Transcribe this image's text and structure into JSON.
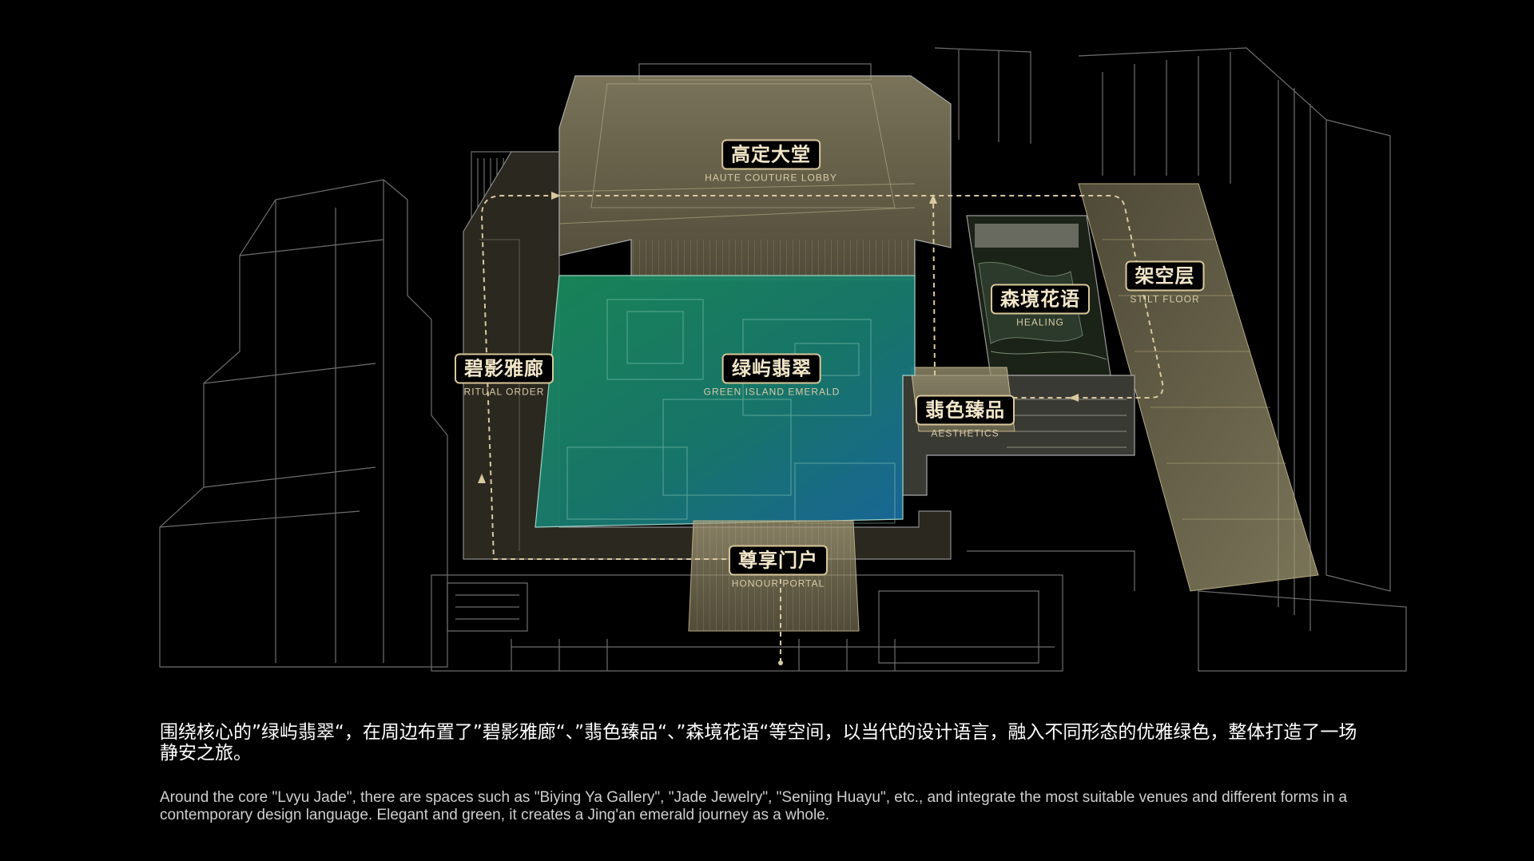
{
  "colors": {
    "background": "#000000",
    "line": "#8a8a8a",
    "zone_gold": "#9c9272",
    "zone_green": "#1f8a5c",
    "zone_teal": "#1a6f9a",
    "path_dash": "#d9c9a0",
    "label_border": "#d8c79a"
  },
  "labels": {
    "lobby": {
      "cn": "高定大堂",
      "en": "HAUTE COUTURE LOBBY"
    },
    "stilt": {
      "cn": "架空层",
      "en": "STILT FLOOR"
    },
    "healing": {
      "cn": "森境花语",
      "en": "HEALING"
    },
    "ritual": {
      "cn": "碧影雅廊",
      "en": "RITUAL ORDER"
    },
    "emerald": {
      "cn": "绿屿翡翠",
      "en": "GREEN ISLAND EMERALD"
    },
    "aesthetics": {
      "cn": "翡色臻品",
      "en": "AESTHETICS"
    },
    "portal": {
      "cn": "尊享门户",
      "en": "HONOUR PORTAL"
    }
  },
  "caption": {
    "cn": "围绕核心的”绿屿翡翠“，在周边布置了”碧影雅廊“、”翡色臻品“、”森境花语“等空间，以当代的设计语言，融入不同形态的优雅绿色，整体打造了一场静安之旅。",
    "en": "Around the core \"Lvyu Jade\", there are spaces such as \"Biying Ya Gallery\", \"Jade Jewelry\", \"Senjing Huayu\", etc., and integrate the most suitable venues and different forms in a contemporary design language. Elegant and green, it creates a Jing'an emerald journey as a whole."
  }
}
